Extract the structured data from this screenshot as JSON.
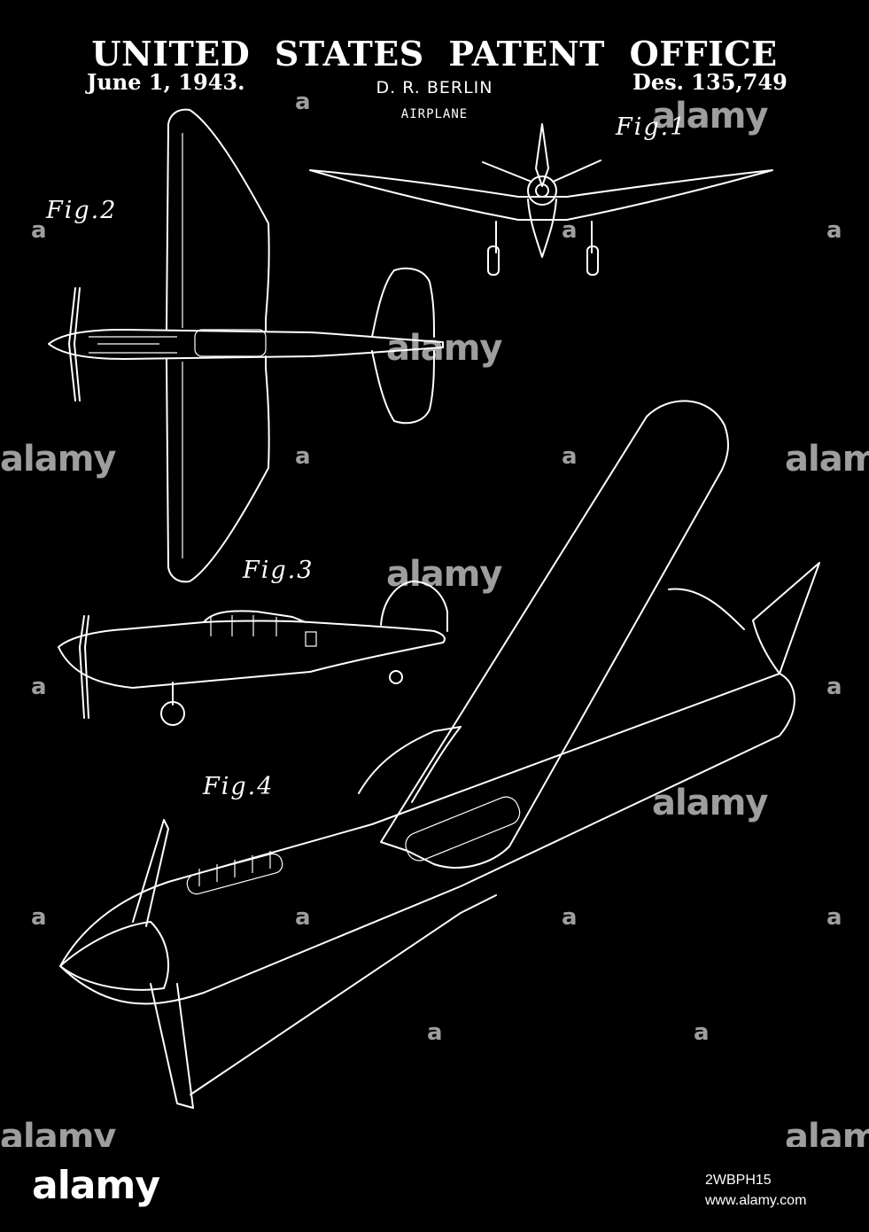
{
  "header": {
    "title": "UNITED STATES PATENT OFFICE",
    "date": "June 1, 1943.",
    "inventor": "D. R. BERLIN",
    "patent_number": "Des. 135,749",
    "subject": "AIRPLANE"
  },
  "figures": {
    "fig1": "Fig.1",
    "fig2": "Fig.2",
    "fig3": "Fig.3",
    "fig4": "Fig.4"
  },
  "watermark": {
    "word": "alamy",
    "letter": "a"
  },
  "stock": {
    "logo": "alamy",
    "image_id": "2WBPH15",
    "url": "www.alamy.com"
  },
  "colors": {
    "background": "#000000",
    "ink": "#ffffff"
  }
}
